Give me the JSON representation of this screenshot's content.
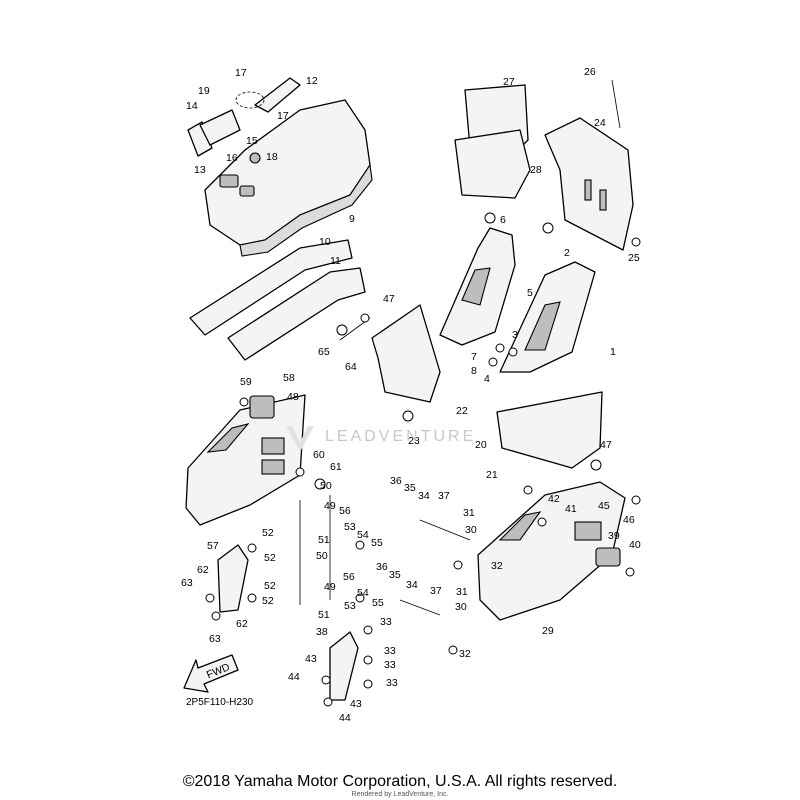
{
  "diagram": {
    "drawing_code": "2P5F110-H230",
    "fwd_label": "FWD",
    "watermark": "LEADVENTURE",
    "copyright": "©2018 Yamaha Motor Corporation, U.S.A. All rights reserved.",
    "rendered_by": "Rendered by LeadVenture, Inc.",
    "callouts": [
      "1",
      "2",
      "3",
      "4",
      "5",
      "6",
      "7",
      "8",
      "9",
      "10",
      "11",
      "12",
      "13",
      "14",
      "15",
      "16",
      "17",
      "17",
      "18",
      "19",
      "20",
      "21",
      "22",
      "23",
      "24",
      "25",
      "26",
      "27",
      "28",
      "29",
      "30",
      "30",
      "31",
      "31",
      "32",
      "32",
      "33",
      "33",
      "33",
      "33",
      "34",
      "34",
      "35",
      "35",
      "36",
      "36",
      "37",
      "37",
      "38",
      "39",
      "40",
      "41",
      "42",
      "43",
      "43",
      "44",
      "44",
      "45",
      "46",
      "47",
      "47",
      "48",
      "49",
      "49",
      "50",
      "50",
      "51",
      "51",
      "52",
      "52",
      "52",
      "52",
      "53",
      "53",
      "54",
      "54",
      "55",
      "55",
      "56",
      "56",
      "57",
      "58",
      "59",
      "60",
      "61",
      "62",
      "62",
      "63",
      "63",
      "64",
      "65"
    ]
  }
}
